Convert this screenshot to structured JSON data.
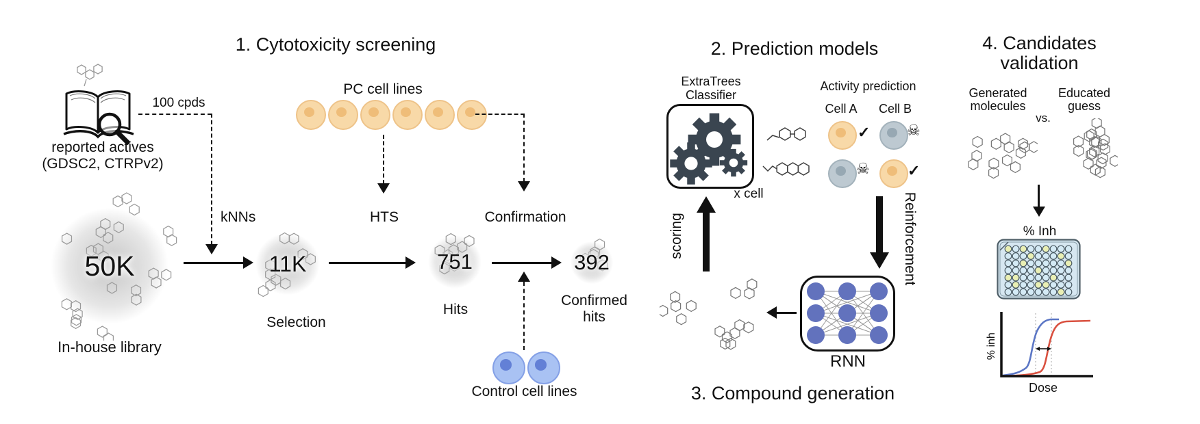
{
  "screening": {
    "title": "1. Cytotoxicity screening",
    "source_label_1": "reported actives",
    "source_label_2": "(GDSC2, CTRPv2)",
    "cpds_label": "100 cpds",
    "knn_label": "kNNs",
    "library_count": "50K",
    "library_label": "In-house library",
    "selection_count": "11K",
    "selection_label": "Selection",
    "hits_count": "751",
    "hits_label": "Hits",
    "confirmed_count": "392",
    "confirmed_label_1": "Confirmed",
    "confirmed_label_2": "hits",
    "pc_cells_label": "PC cell lines",
    "pc_cells_count": 6,
    "hts_label": "HTS",
    "confirmation_label": "Confirmation",
    "control_cells_label": "Control cell lines",
    "control_cells_count": 2
  },
  "prediction": {
    "title": "2. Prediction models",
    "classifier_label_1": "ExtraTrees",
    "classifier_label_2": "Classifier",
    "per_cell_label": "x cell",
    "activity_title": "Activity prediction",
    "col_a": "Cell A",
    "col_b": "Cell B",
    "rows": [
      {
        "cell_a_type": "sensitive-orange",
        "cell_a_mark": "✓",
        "cell_b_type": "resistant-gray",
        "cell_b_mark": "☠"
      },
      {
        "cell_a_type": "resistant-gray",
        "cell_a_mark": "☠",
        "cell_b_type": "sensitive-orange",
        "cell_b_mark": "✓"
      }
    ],
    "scoring_label": "scoring",
    "reinforcement_label": "Reinforcement"
  },
  "generation": {
    "title": "3. Compound generation",
    "rnn_label": "RNN",
    "network": {
      "col_x": [
        20,
        66,
        112
      ],
      "row_y": [
        20,
        52,
        84
      ],
      "node_radius": 13
    }
  },
  "validation": {
    "title_1": "4. Candidates",
    "title_2": "validation",
    "generated_label_1": "Generated",
    "generated_label_2": "molecules",
    "educated_label_1": "Educated",
    "educated_label_2": "guess",
    "vs_label": "vs.",
    "plate_label": "% Inh",
    "plate": {
      "rows": 7,
      "cols": 9,
      "yellow_wells": [
        [
          1,
          1
        ],
        [
          1,
          3
        ],
        [
          1,
          6
        ],
        [
          2,
          4
        ],
        [
          2,
          8
        ],
        [
          3,
          3
        ],
        [
          3,
          9
        ],
        [
          4,
          5
        ],
        [
          5,
          1
        ],
        [
          5,
          2
        ],
        [
          5,
          7
        ],
        [
          6,
          2
        ],
        [
          6,
          5
        ],
        [
          6,
          6
        ],
        [
          7,
          8
        ]
      ]
    },
    "plot": {
      "ylabel": "% inh",
      "xlabel": "Dose",
      "curve_colors": [
        "#5b76c5",
        "#d9503f"
      ]
    }
  },
  "colors": {
    "pc_cell": "#f8d9a8",
    "pc_nucleus": "#efbd79",
    "control_cell": "#a9c2f3",
    "control_nucleus": "#6380d6",
    "gray_cell": "#bdc9d1",
    "gray_nucleus": "#97a8b3",
    "gear": "#3a4550",
    "node": "#6272bd",
    "link": "#9a9a9a",
    "plate_body": "#d6e7f1",
    "well_blue": "#d4eaf5",
    "well_yellow": "#e9efb4",
    "curve_blue": "#5b76c5",
    "curve_red": "#d9503f"
  }
}
